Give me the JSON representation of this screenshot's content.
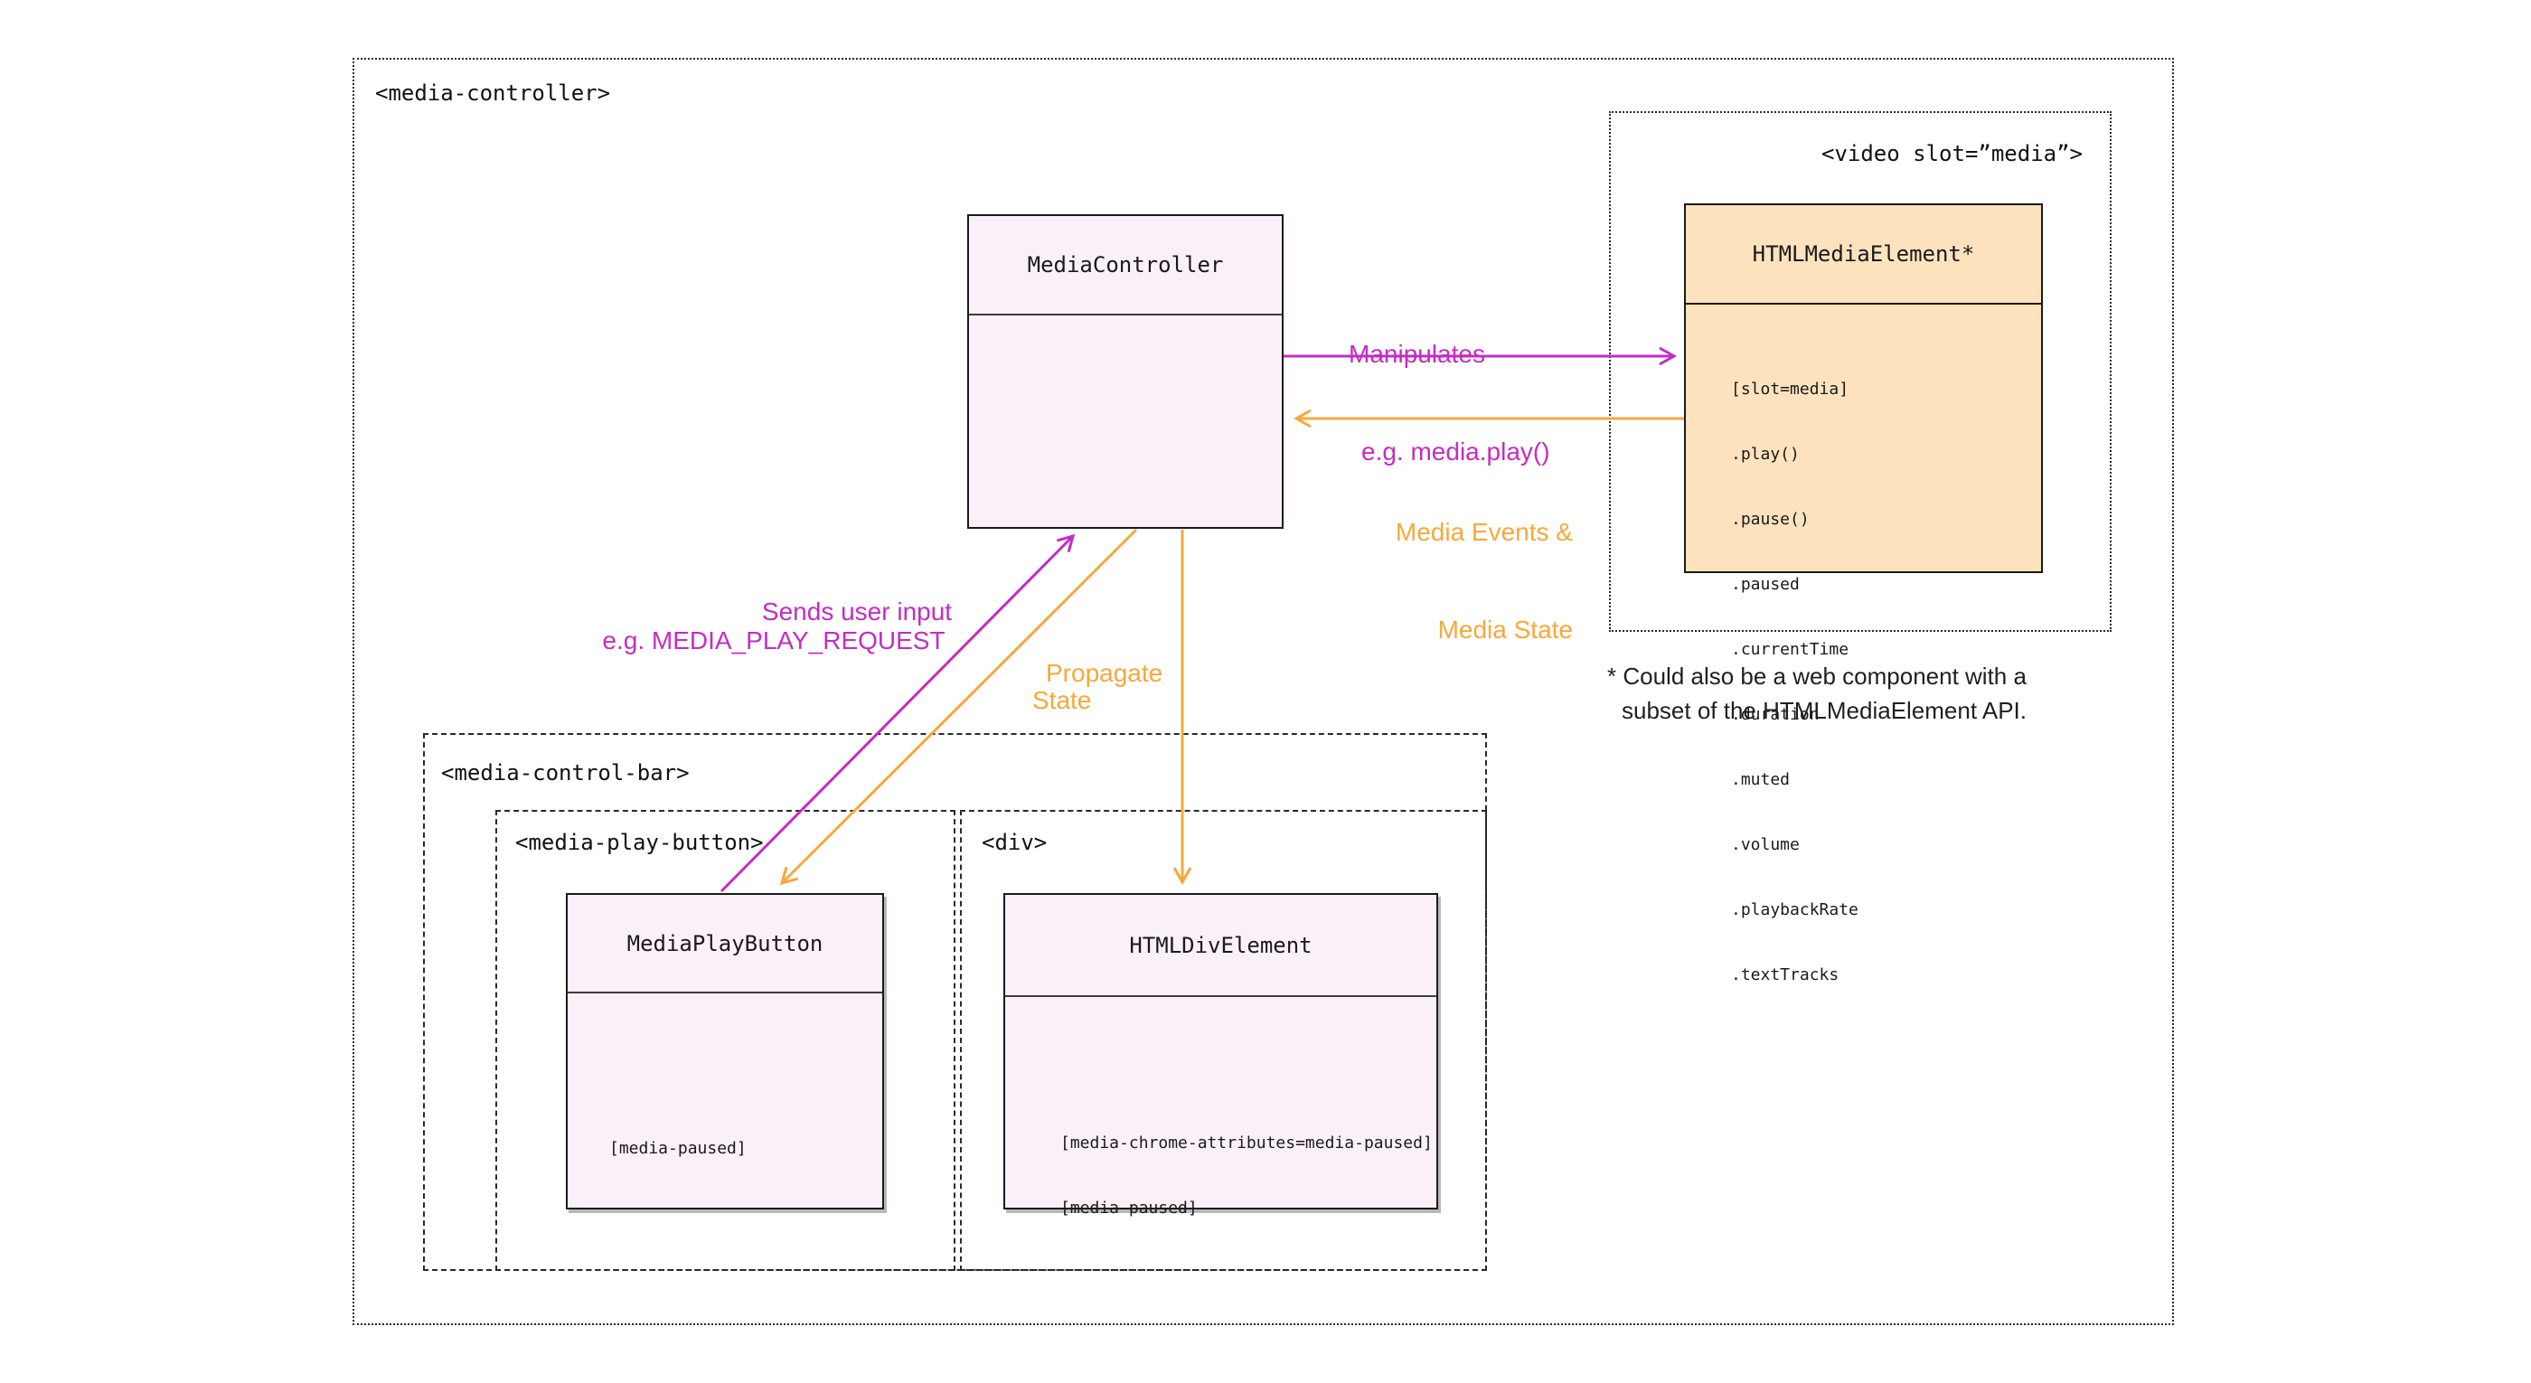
{
  "diagram": {
    "outer": {
      "tag": "<media-controller>"
    },
    "video_container": {
      "tag": "<video slot=”media”>"
    },
    "media_element": {
      "title": "HTMLMediaElement*",
      "attrs": [
        "[slot=media]",
        ".play()",
        ".pause()",
        ".paused",
        ".currentTime",
        ".duration",
        ".muted",
        ".volume",
        ".playbackRate",
        ".textTracks"
      ]
    },
    "media_controller_class": {
      "title": "MediaController"
    },
    "control_bar": {
      "tag": "<media-control-bar>"
    },
    "play_button_container": {
      "tag": "<media-play-button>"
    },
    "div_container": {
      "tag": "<div>"
    },
    "play_button_class": {
      "title": "MediaPlayButton",
      "attrs": [
        "[media-paused]"
      ]
    },
    "div_class": {
      "title": "HTMLDivElement",
      "attrs": [
        "[media-chrome-attributes=media-paused]",
        "[media-paused]"
      ]
    },
    "arrows": {
      "manipulates": {
        "line1": "Manipulates",
        "line2": "e.g. media.play()"
      },
      "media_events": {
        "line1": "Media Events &",
        "line2": "Media State"
      },
      "sends_input": {
        "line1": "Sends user input",
        "line2": "e.g. MEDIA_PLAY_REQUEST"
      },
      "propagate": {
        "line1": "Propagate",
        "line2": "State"
      }
    },
    "footnote": {
      "line1": "* Could also be a web component with a",
      "line2": "subset of the HTMLMediaElement API."
    },
    "colors": {
      "magenta": "#c32dc3",
      "orange": "#f7a83c",
      "peach_fill": "#fce3be",
      "pink_fill": "#faf0fa",
      "border": "#1a1a1a"
    }
  }
}
